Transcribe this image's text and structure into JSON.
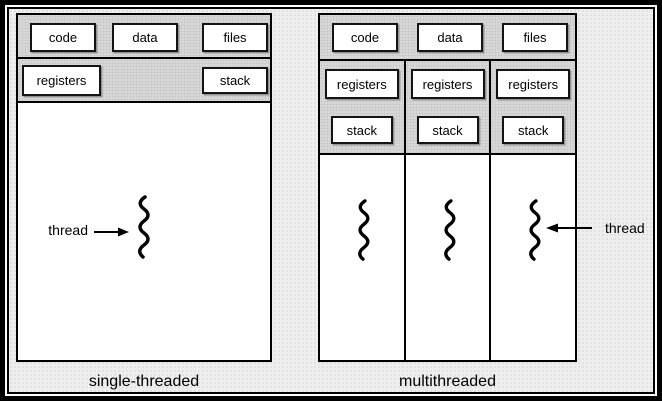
{
  "colors": {
    "background": "#eeeeee",
    "band": "#d8d8d8",
    "box_fill": "#ffffff",
    "line": "#000000"
  },
  "left": {
    "caption": "single-threaded",
    "boxes": [
      "code",
      "data",
      "files"
    ],
    "registers": "registers",
    "stack": "stack",
    "thread_label": "thread"
  },
  "right": {
    "caption": "multithreaded",
    "boxes": [
      "code",
      "data",
      "files"
    ],
    "columns": [
      {
        "registers": "registers",
        "stack": "stack"
      },
      {
        "registers": "registers",
        "stack": "stack"
      },
      {
        "registers": "registers",
        "stack": "stack"
      }
    ],
    "thread_label": "thread"
  }
}
